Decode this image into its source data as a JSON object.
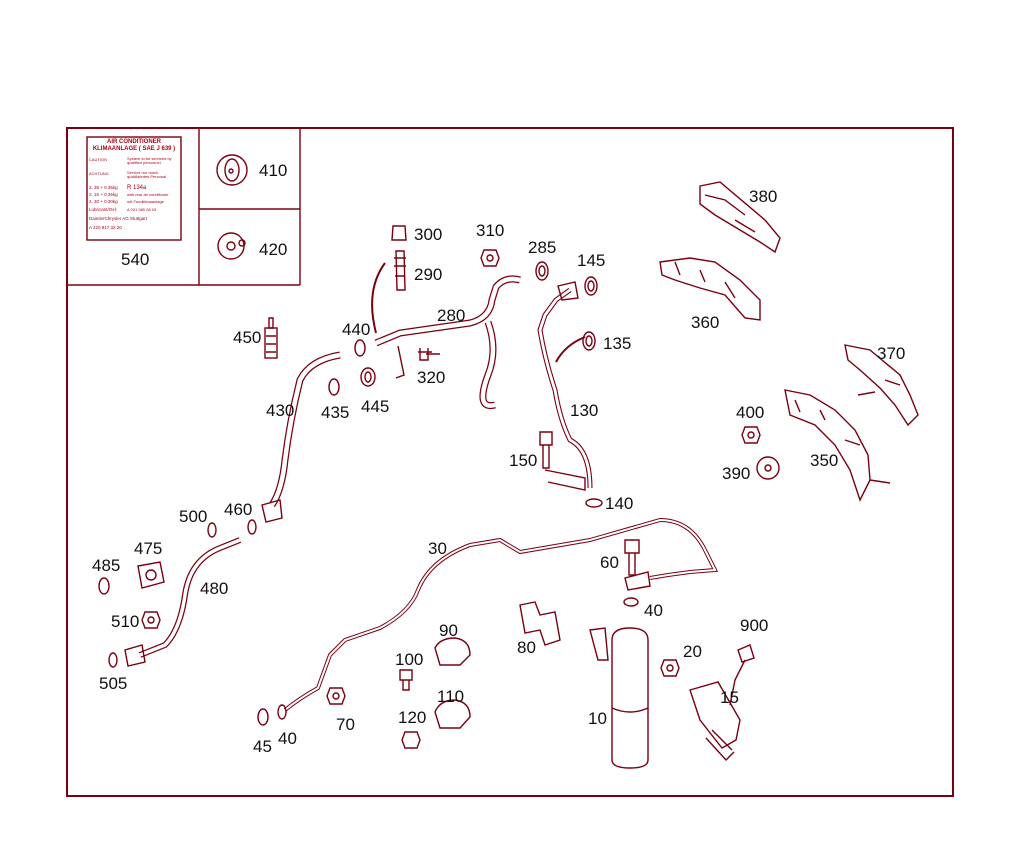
{
  "colors": {
    "frame": "#7a0010",
    "line": "#7a0010",
    "label_text": "#b00018",
    "number_text": "#111111"
  },
  "label_sticker": {
    "title_lines": [
      "AIR CONDITIONER",
      "KLIMAANLAGE ( SAE  J 639 )"
    ],
    "rows": [
      {
        "left": "CAUTION",
        "right": "System to be serviced by qualified personnel"
      },
      {
        "left": "ACHTUNG",
        "right": "Service nur durch qualifiziertes Personal"
      },
      {
        "left": "2. 35 + 0.35kg",
        "right": "R 134a"
      },
      {
        "left": "2. 15 + 0.35kg",
        "right": "with rear air conditioner"
      },
      {
        "left": "2. 30 + 0.30kg",
        "right": "mit Fondklimaanlage"
      },
      {
        "left": "Lubricant/Oel:",
        "right": "A 001 989 08 03"
      }
    ],
    "footer_lines": [
      "DaimlerChrysler AG Stuttgart",
      "A 220 817 32 20"
    ]
  },
  "part_numbers": [
    "540",
    "410",
    "420",
    "300",
    "290",
    "310",
    "285",
    "145",
    "280",
    "440",
    "450",
    "430",
    "435",
    "445",
    "320",
    "135",
    "130",
    "150",
    "140",
    "380",
    "360",
    "370",
    "400",
    "390",
    "350",
    "30",
    "60",
    "40",
    "500",
    "460",
    "475",
    "485",
    "480",
    "510",
    "505",
    "90",
    "80",
    "100",
    "110",
    "120",
    "45",
    "40",
    "70",
    "10",
    "20",
    "900",
    "15"
  ]
}
